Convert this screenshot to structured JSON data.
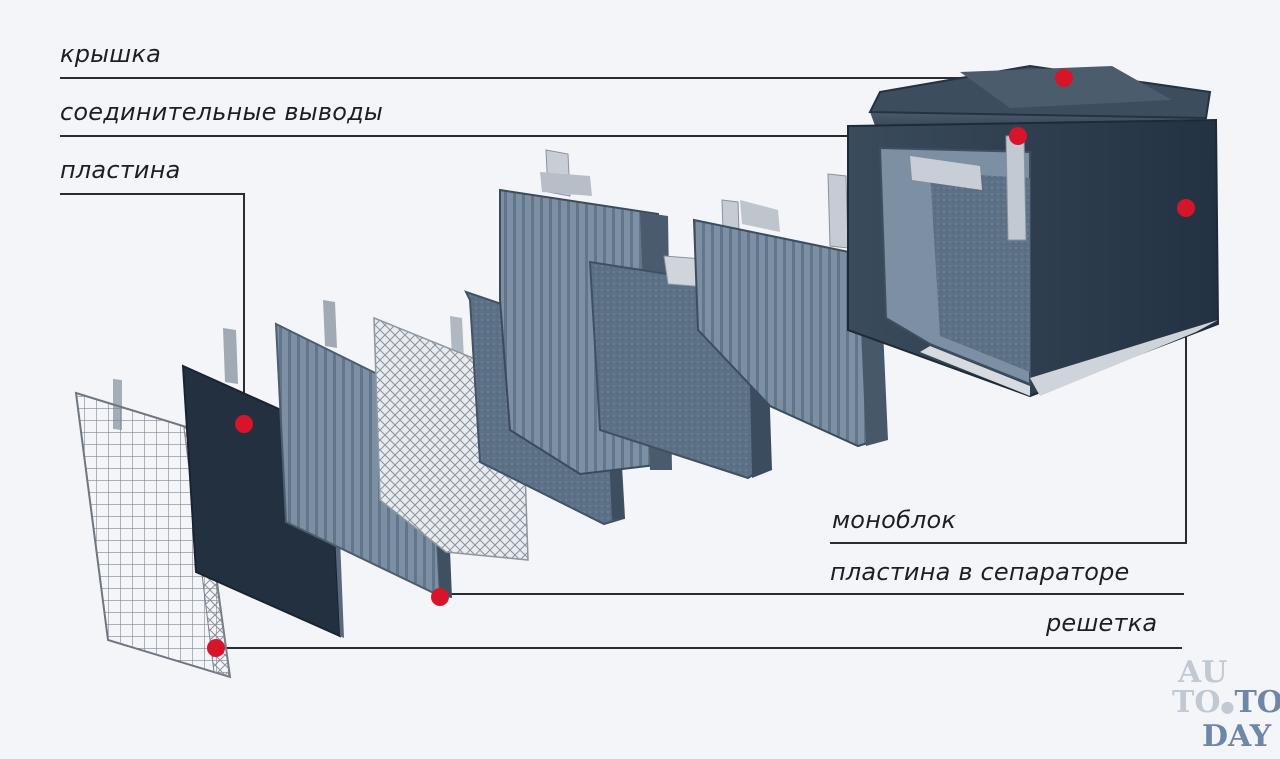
{
  "labels": {
    "cover": "крышка",
    "terminals": "соединительные выводы",
    "plate": "пластина",
    "monoblock": "моноблок",
    "plate_in_separator": "пластина в сепараторе",
    "grid": "решетка"
  },
  "watermark": {
    "line1": "AU",
    "line2a": "TO",
    "line2b": "TO",
    "line3": "DAY"
  },
  "colors": {
    "marker": "#d8142a",
    "leader": "#2a2c30",
    "dark_plate": "#22303f",
    "steel_blue": "#5f7489",
    "watermark_light": "#c3c9d2",
    "watermark_dark": "#6e87a8"
  }
}
